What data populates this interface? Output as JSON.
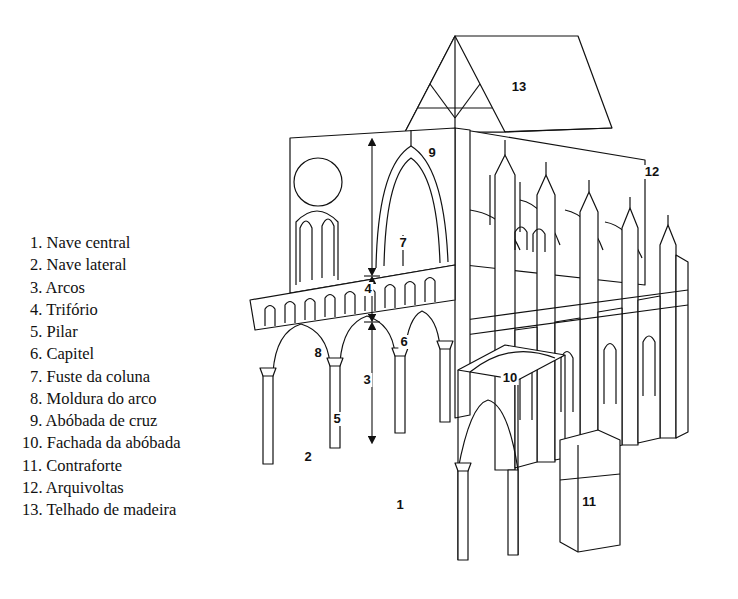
{
  "diagram": {
    "labels": [
      "1. Nave central",
      "2. Nave lateral",
      "3. Arcos",
      "4. Trifório",
      "5. Pilar",
      "6. Capitel",
      "7. Fuste da coluna",
      "8. Moldura do arco",
      "9. Abóbada de cruz",
      "10. Fachada da abóbada",
      "11. Contraforte",
      "12. Arquivoltas",
      "13. Telhado de madeira",
      "13",
      "9",
      "12",
      "7",
      "4",
      "8",
      "6",
      "3",
      "5",
      "2",
      "10",
      "1",
      "11"
    ]
  }
}
